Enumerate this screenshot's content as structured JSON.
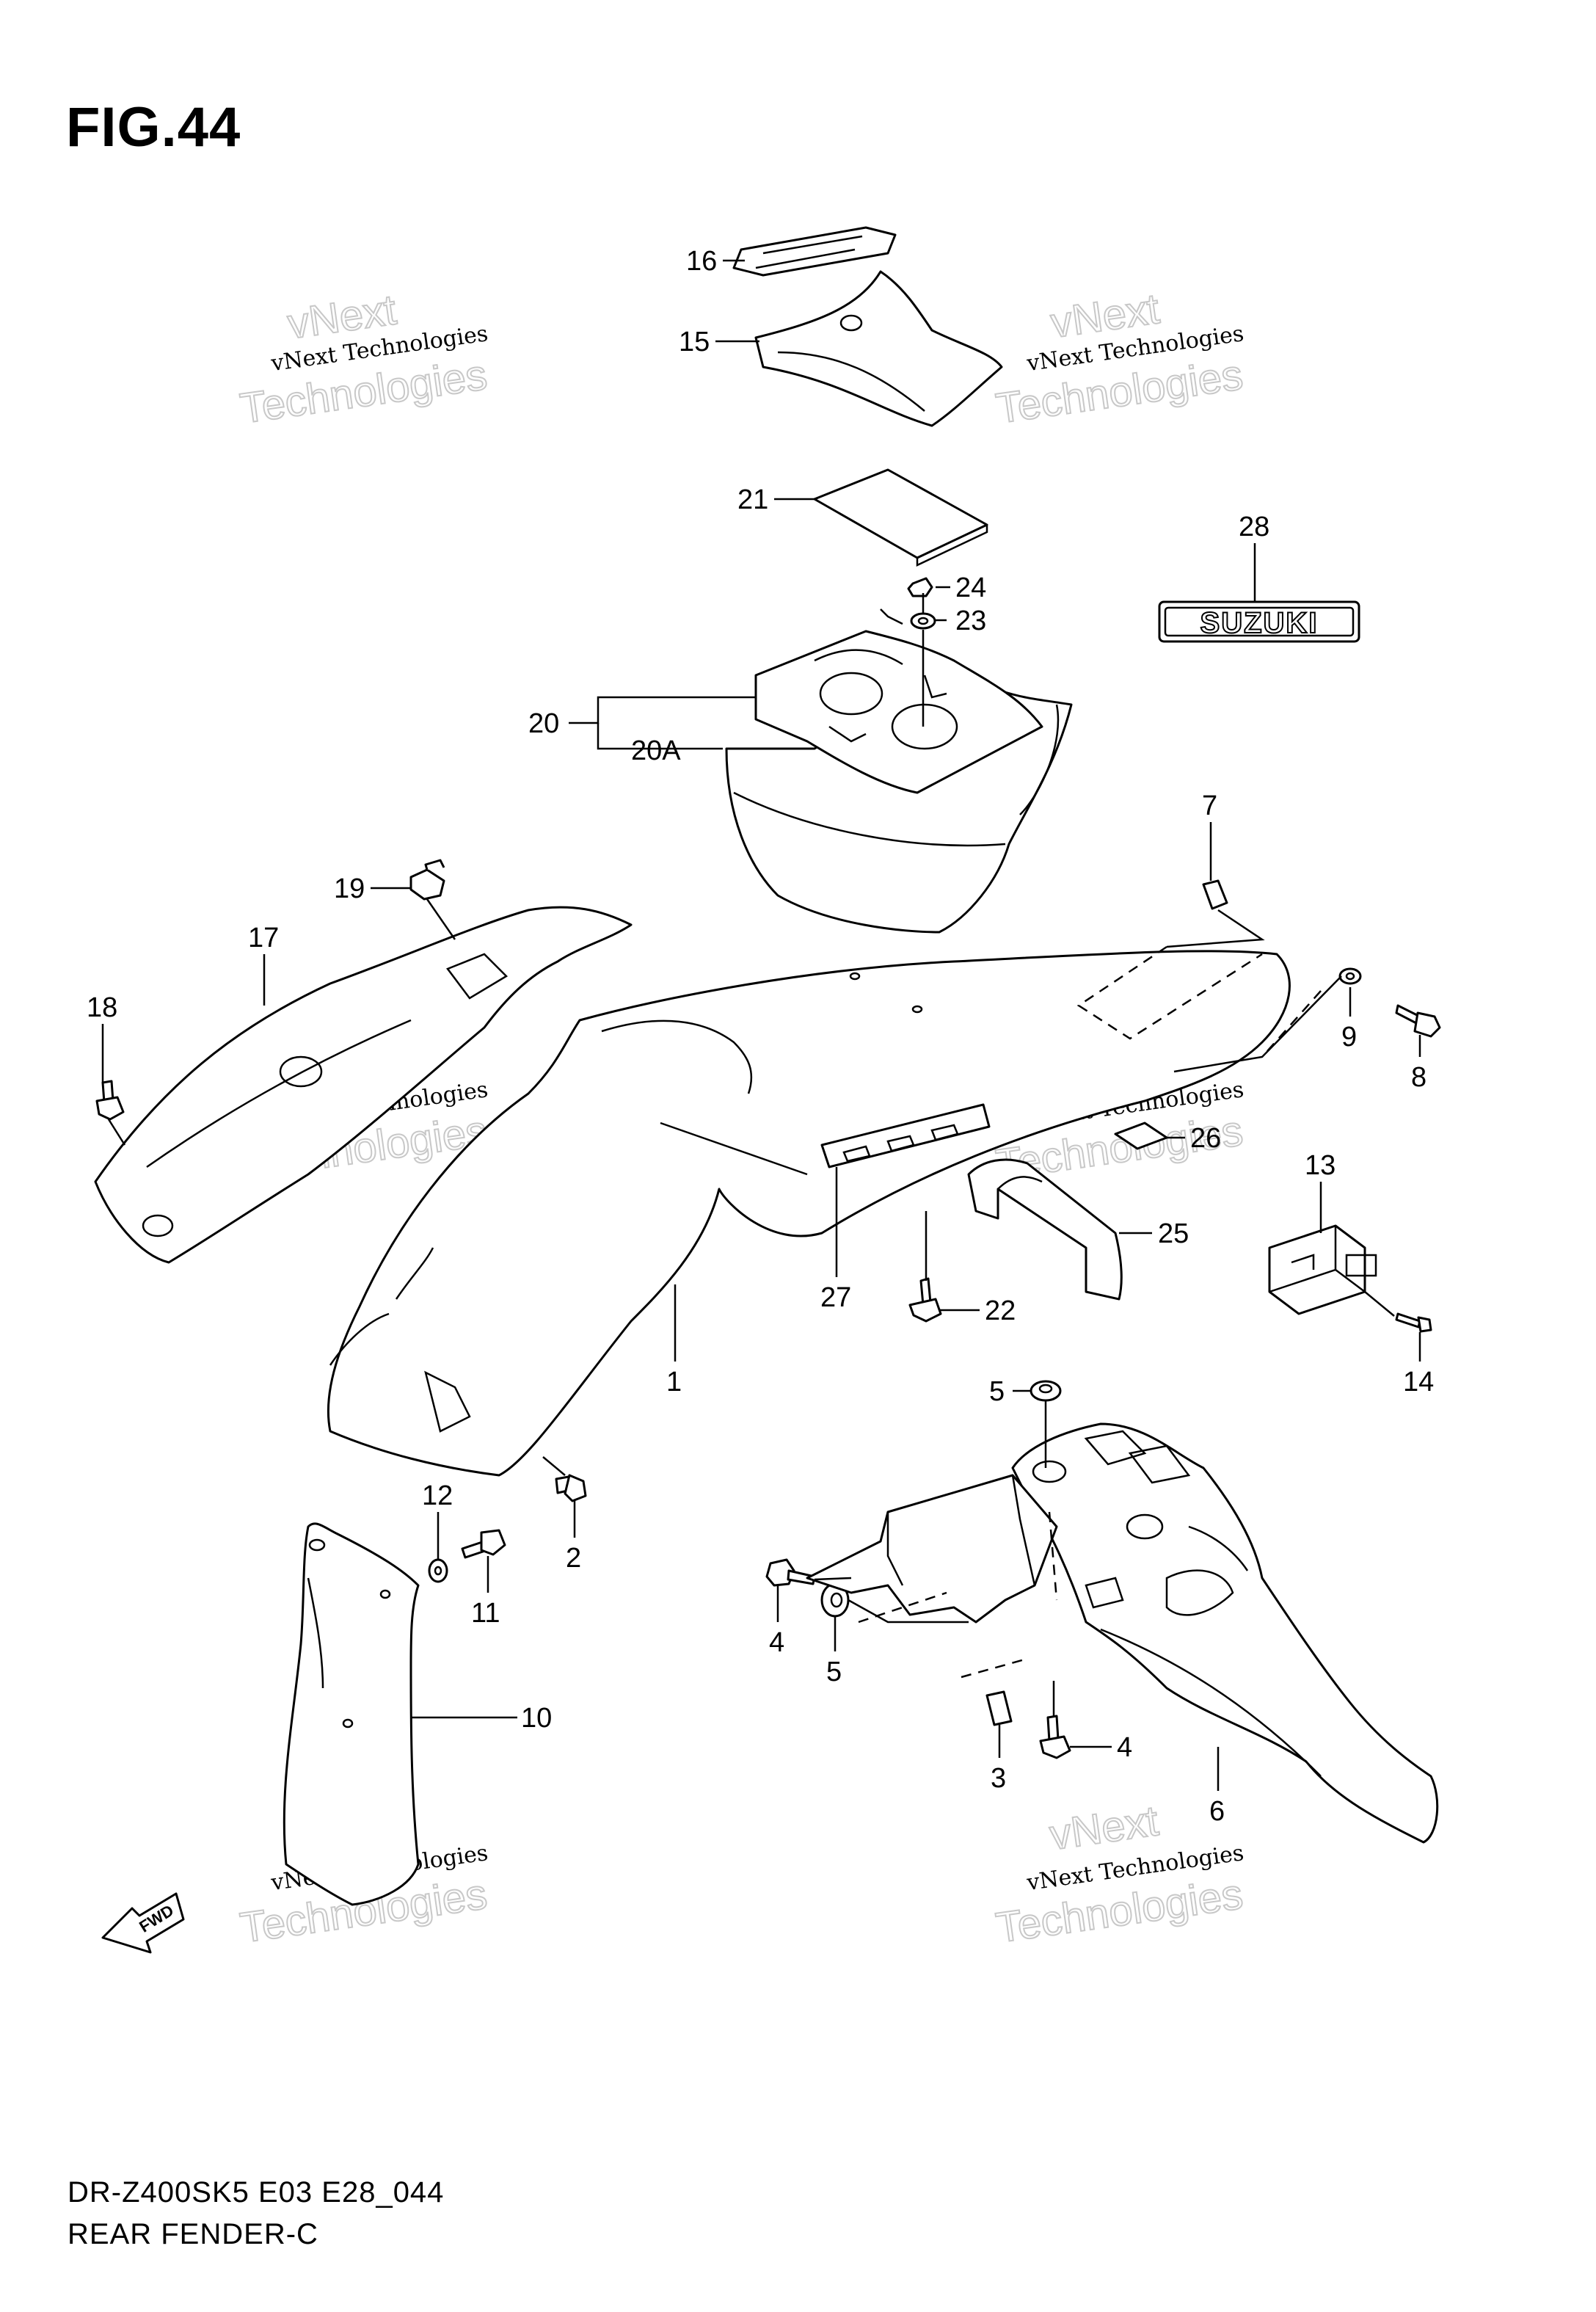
{
  "figure": {
    "title": "FIG.44",
    "model_code": "DR-Z400SK5 E03 E28_044",
    "name": "REAR FENDER-C"
  },
  "badge": {
    "suzuki_text": "SUZUKI",
    "fwd_text": "FWD"
  },
  "watermark": {
    "line1": "vNext Technologies",
    "line2": "vNext",
    "line3": "Technologies"
  },
  "callouts": {
    "c1": "1",
    "c2": "2",
    "c3": "3",
    "c4a": "4",
    "c4b": "4",
    "c5a": "5",
    "c5b": "5",
    "c6": "6",
    "c7": "7",
    "c8": "8",
    "c9": "9",
    "c10": "10",
    "c11": "11",
    "c12": "12",
    "c13": "13",
    "c14": "14",
    "c15": "15",
    "c16": "16",
    "c17": "17",
    "c18": "18",
    "c19": "19",
    "c20": "20",
    "c20a": "20A",
    "c21": "21",
    "c22": "22",
    "c23": "23",
    "c24": "24",
    "c25": "25",
    "c26": "26",
    "c27": "27",
    "c28": "28"
  }
}
